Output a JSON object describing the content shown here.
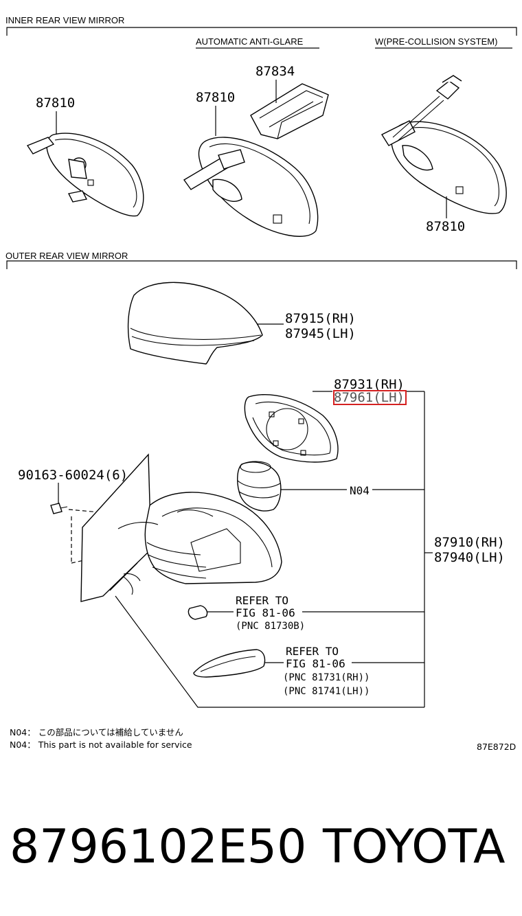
{
  "sections": {
    "inner": "INNER REAR VIEW MIRROR",
    "outer": "OUTER REAR VIEW MIRROR"
  },
  "subsections": {
    "auto_antiglare": "AUTOMATIC ANTI-GLARE",
    "pre_collision": "W(PRE-COLLISION SYSTEM)"
  },
  "parts": {
    "p87810_a": "87810",
    "p87810_b": "87810",
    "p87810_c": "87810",
    "p87834": "87834",
    "p87915": "87915(RH)",
    "p87945": "87945(LH)",
    "p87931": "87931(RH)",
    "p87961": "87961(LH)",
    "p90163": "90163-60024(6)",
    "n04": "N04",
    "p87910": "87910(RH)",
    "p87940": "87940(LH)"
  },
  "refers": {
    "r1_line1": "REFER TO",
    "r1_line2": "FIG 81-06",
    "r1_pnc": "(PNC 81730B)",
    "r2_line1": "REFER TO",
    "r2_line2": "FIG 81-06",
    "r2_pnc1": "(PNC 81731(RH))",
    "r2_pnc2": "(PNC 81741(LH))"
  },
  "notes": {
    "n04_jp": "N04： この部品については補給していません",
    "n04_en": "N04： This part is not available for service",
    "code": "87E872D"
  },
  "highlight_color": "#d42020",
  "footer": {
    "part_number": "8796102E50",
    "brand": "TOYOTA"
  }
}
